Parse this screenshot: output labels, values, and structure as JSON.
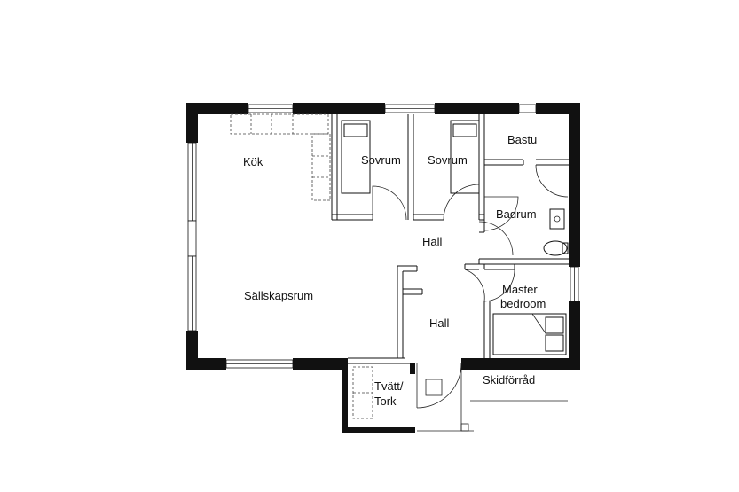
{
  "rooms": {
    "kok": "Kök",
    "sovrum_1": "Sovrum",
    "sovrum_2": "Sovrum",
    "bastu": "Bastu",
    "badrum": "Badrum",
    "hall_1": "Hall",
    "hall_2": "Hall",
    "sallskapsrum": "Sällskapsrum",
    "master_line1": "Master",
    "master_line2": "bedroom",
    "tvatt_line1": "Tvätt/",
    "tvatt_line2": "Tork",
    "skidforrad": "Skidförråd"
  }
}
